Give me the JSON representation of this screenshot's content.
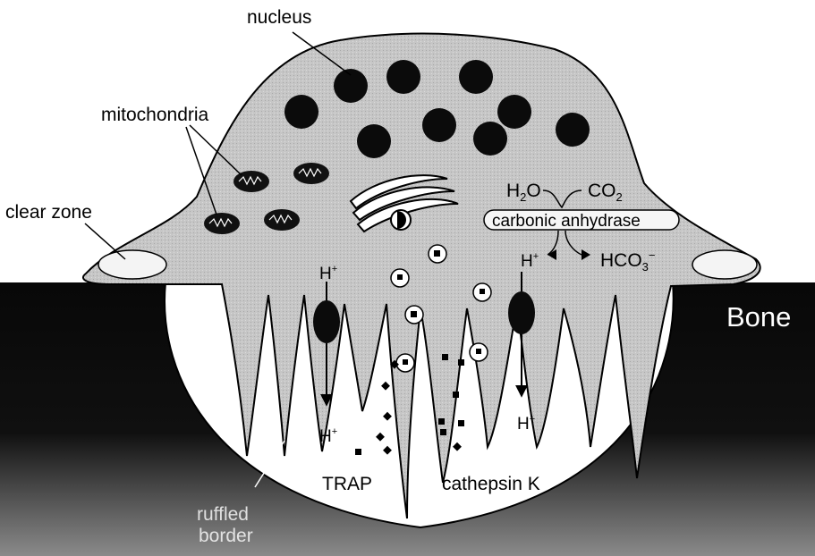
{
  "labels": {
    "nucleus": "nucleus",
    "mitochondria": "mitochondria",
    "clear_zone": "clear zone",
    "bone": "Bone",
    "water": "H",
    "water_sub": "2",
    "water_tail": "O",
    "co2": "CO",
    "co2_sub": "2",
    "carbonic_anhydrase": "carbonic anhydrase",
    "proton": "H",
    "proton_sup": "+",
    "bicarbonate": "HCO",
    "bicarbonate_sub": "3",
    "bicarbonate_sup": "−",
    "trap": "TRAP",
    "cathepsin_k": "cathepsin K",
    "ruffled_border_line1": "ruffled",
    "ruffled_border_line2": "border"
  },
  "colors": {
    "cell_body": "#c4c4c4",
    "bone": "#0a0a0a",
    "lacuna": "#ffffff",
    "organelle": "#111111"
  }
}
